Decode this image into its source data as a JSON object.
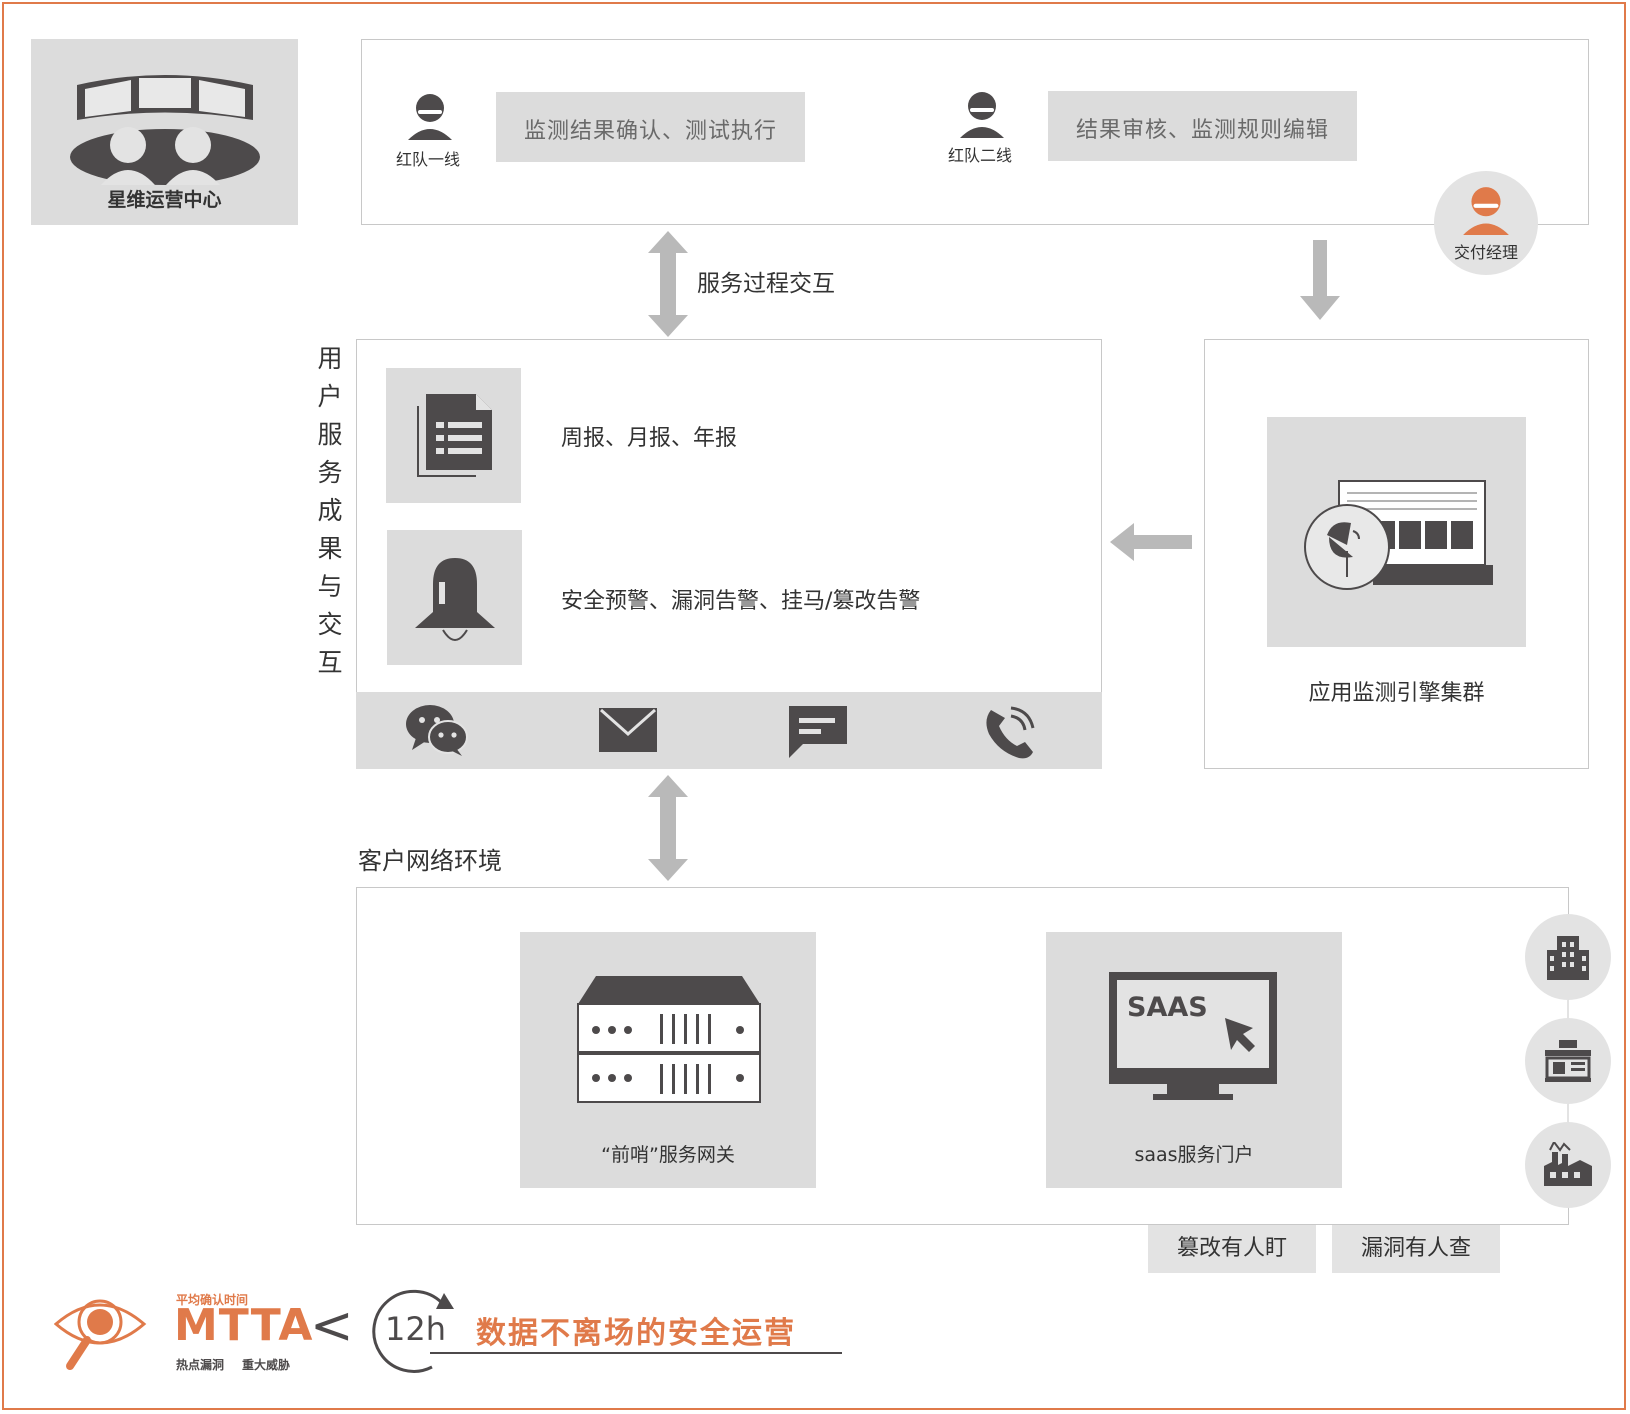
{
  "soc": {
    "title": "星维运营中心"
  },
  "red_team": {
    "line1": {
      "label": "红队一线",
      "task": "监测结果确认、测试执行"
    },
    "line2": {
      "label": "红队二线",
      "task": "结果审核、监测规则编辑"
    }
  },
  "delivery_manager": {
    "label": "交付经理"
  },
  "interaction": {
    "label": "服务过程交互"
  },
  "user_service": {
    "vertical_label": [
      "用",
      "户",
      "服",
      "务",
      "成",
      "果",
      "与",
      "交",
      "互"
    ],
    "reports": "周报、月报、年报",
    "alerts": "安全预警、漏洞告警、挂马/篡改告警",
    "channels": [
      "wechat-icon",
      "mail-icon",
      "message-icon",
      "phone-icon"
    ]
  },
  "engine": {
    "label": "应用监测引擎集群"
  },
  "customer": {
    "label": "客户网络环境",
    "gateway": "“前哨”服务网关",
    "portal": "saas服务门户",
    "saas_screen_text": "SAAS"
  },
  "tags": {
    "tamper": "篡改有人盯",
    "vuln": "漏洞有人查"
  },
  "footer": {
    "mtta_caption": "平均确认时间",
    "mtta": "MTTA",
    "mtta_sub1": "热点漏洞",
    "mtta_sub2": "重大威胁",
    "less_than": "<",
    "hours": "12h",
    "slogan": "数据不离场的安全运营"
  },
  "colors": {
    "accent": "#e07a4a",
    "dark": "#4d4a4b",
    "panel_gray": "#dcdcdc",
    "arrow_gray": "#b9b9b9"
  }
}
